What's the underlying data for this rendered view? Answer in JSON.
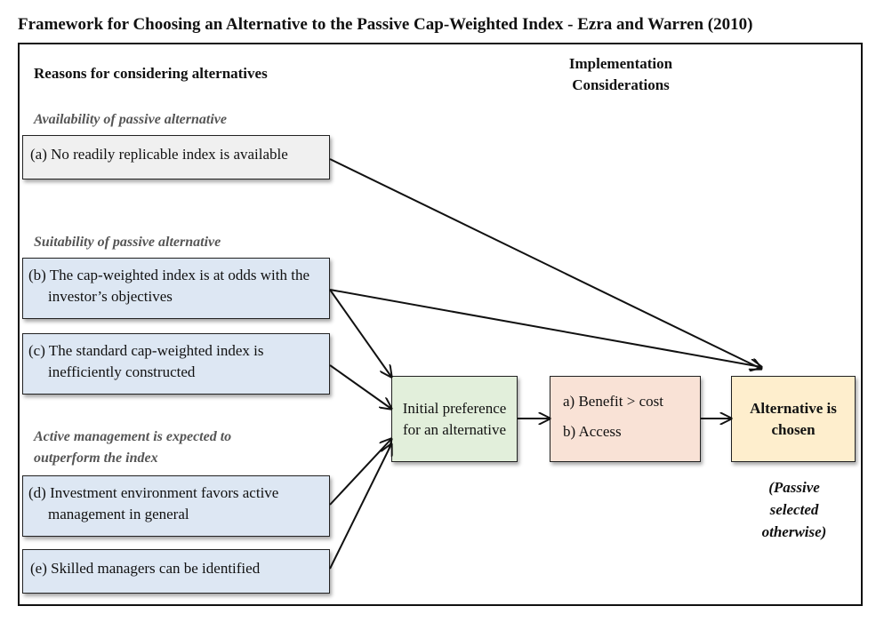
{
  "title": "Framework for Choosing an Alternative to the Passive Cap-Weighted Index - Ezra and Warren (2010)",
  "headings": {
    "reasons": "Reasons for considering alternatives",
    "implementation_line1": "Implementation",
    "implementation_line2": "Considerations"
  },
  "sections": {
    "availability": "Availability of passive alternative",
    "suitability": "Suitability of passive alternative",
    "active_line1": "Active management is expected to",
    "active_line2": "outperform the index"
  },
  "reasons": {
    "a": "(a) No readily replicable index is available",
    "b": "(b) The cap-weighted index is at odds with the investor’s objectives",
    "c": "(c) The standard cap-weighted index is inefficiently constructed",
    "d": "(d) Investment environment favors active management in general",
    "e": "(e) Skilled managers can be identified"
  },
  "initial_preference": "Initial preference for an alternative",
  "considerations": {
    "benefit": "a)  Benefit > cost",
    "access": "b)  Access"
  },
  "outcome": "Alternative is chosen",
  "note": "(Passive selected otherwise)",
  "colors": {
    "availability_box": "#f0f0f0",
    "reason_boxes": "#dde7f3",
    "initial_preference_box": "#e2efdb",
    "considerations_box": "#f9e2d6",
    "outcome_box": "#feeecd"
  }
}
